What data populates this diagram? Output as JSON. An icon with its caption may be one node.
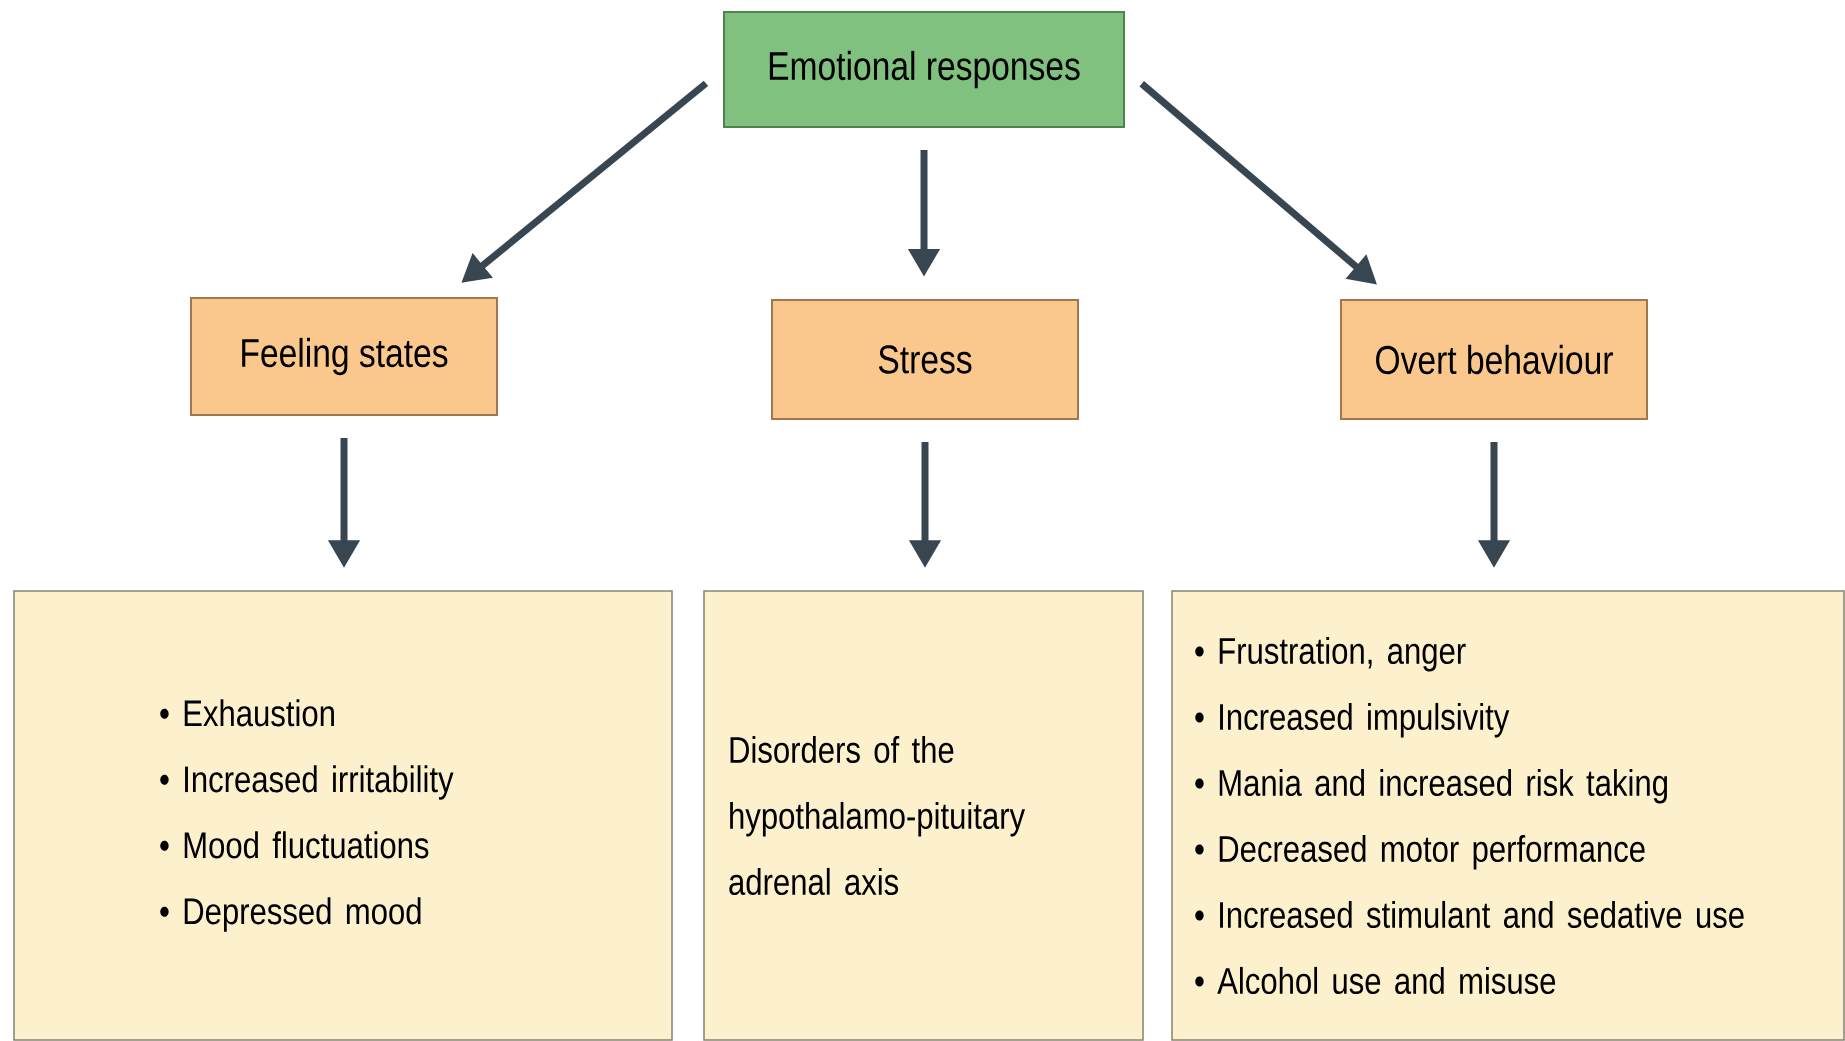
{
  "diagram": {
    "nodes": [
      {
        "text": [
          "Emotional responses"
        ]
      },
      {
        "text": [
          "Feeling states"
        ]
      },
      {
        "text": [
          "Stress"
        ]
      },
      {
        "text": [
          "Overt behaviour"
        ]
      },
      {
        "text": [
          "• Exhaustion",
          "• Increased irritability",
          "• Mood fluctuations",
          "• Depressed mood"
        ]
      },
      {
        "text": [
          "Disorders of the hypothalamo-pituitary adrenal axis"
        ]
      },
      {
        "text": [
          "• Frustration, anger",
          "• Increased impulsivity",
          "• Mania and increased risk taking",
          "• Decreased motor performance",
          "• Increased stimulant and sedative use",
          "• Alcohol use and misuse"
        ]
      }
    ],
    "edges": [
      {
        "from": 0,
        "to": 1,
        "arrow": "to"
      },
      {
        "from": 0,
        "to": 2,
        "arrow": "to"
      },
      {
        "from": 0,
        "to": 3,
        "arrow": "to"
      },
      {
        "from": 1,
        "to": 4,
        "arrow": "to"
      },
      {
        "from": 2,
        "to": 5,
        "arrow": "to"
      },
      {
        "from": 3,
        "to": 6,
        "arrow": "to"
      }
    ]
  }
}
